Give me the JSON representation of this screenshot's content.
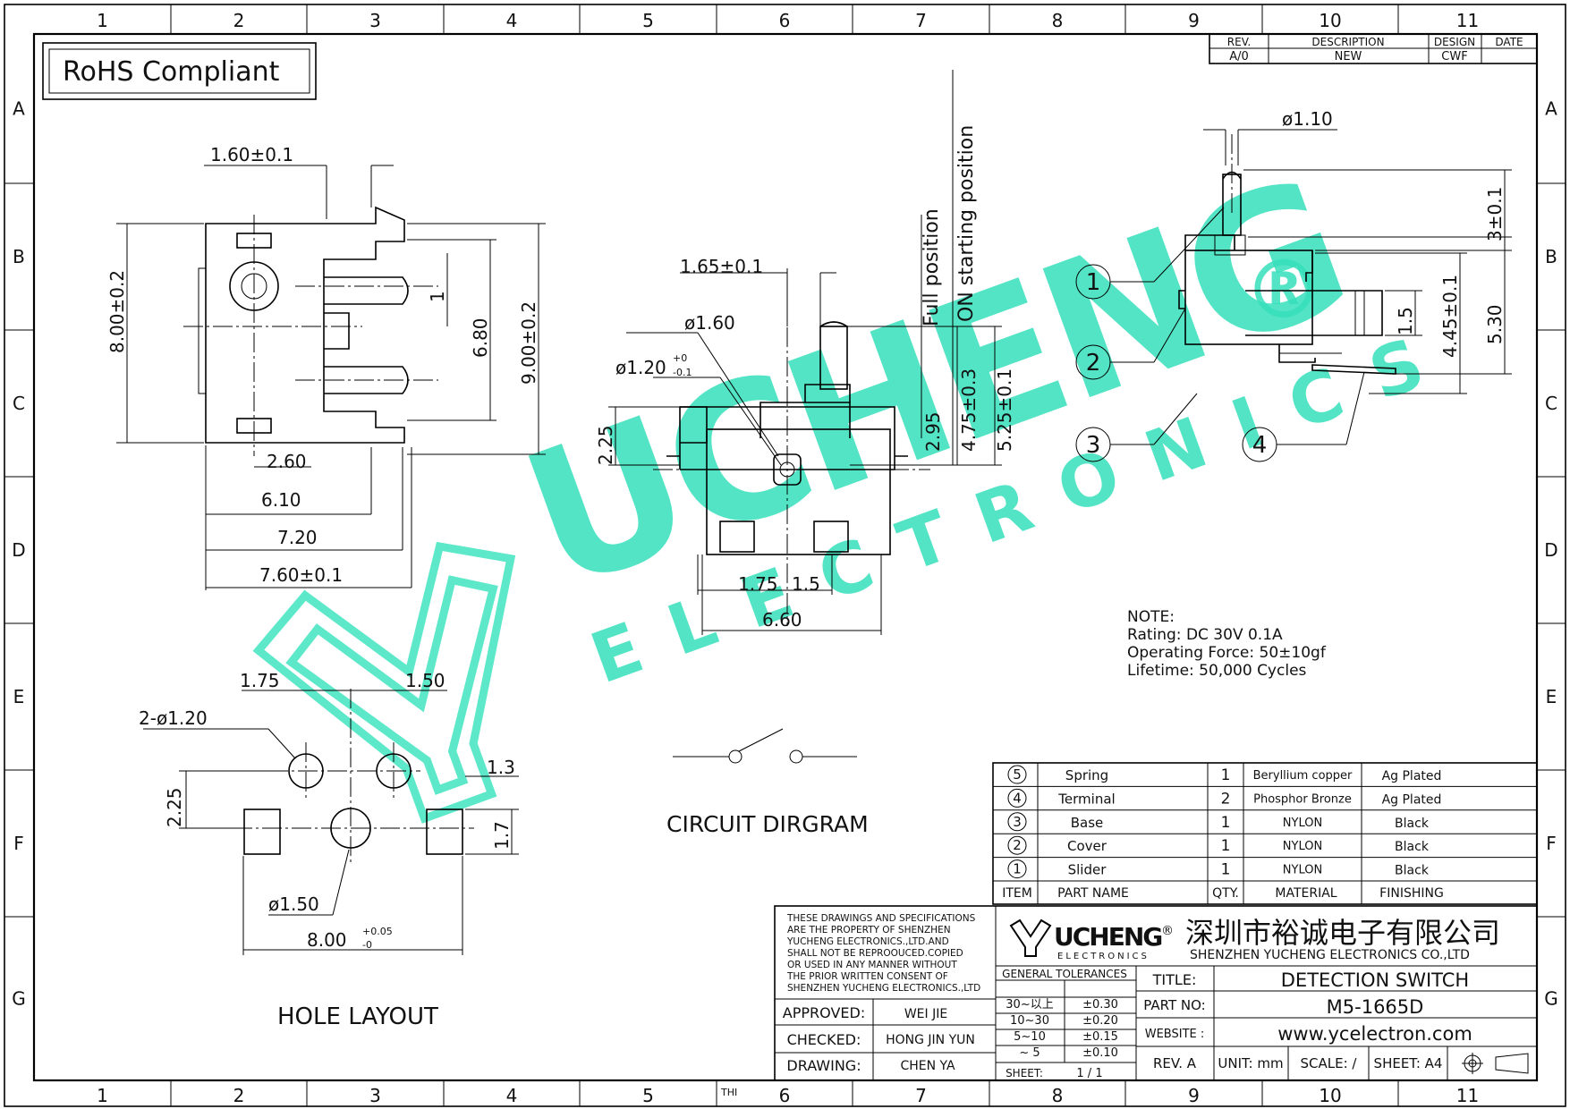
{
  "border": {
    "cols": [
      "1",
      "2",
      "3",
      "4",
      "5",
      "6",
      "7",
      "8",
      "9",
      "10",
      "11"
    ],
    "rows": [
      "A",
      "B",
      "C",
      "D",
      "E",
      "F",
      "G"
    ],
    "thi_mark": "THI"
  },
  "rohs": "RoHS Compliant",
  "revision": {
    "headers": [
      "REV.",
      "DESCRIPTION",
      "DESIGN",
      "DATE"
    ],
    "row": [
      "A/0",
      "NEW",
      "CWF",
      ""
    ]
  },
  "dims": {
    "top": [
      "1.60±0.1",
      "8.00±0.2",
      "9.00±0.2",
      "6.80",
      "1",
      "2.60",
      "6.10",
      "7.20",
      "7.60±0.1"
    ],
    "front": [
      "1.65±0.1",
      "ø1.60",
      "ø1.20",
      "+0",
      "-0.1",
      "2.25",
      "2.95",
      "4.75±0.3",
      "5.25±0.1",
      "1.75",
      "1.5",
      "6.60",
      "Full position",
      "ON starting position"
    ],
    "side": [
      "ø1.10",
      "3±0.1",
      "1.5",
      "4.45±0.1",
      "5.30"
    ],
    "hole": [
      "1.75",
      "1.50",
      "2-ø1.20",
      "2.25",
      "1.3",
      "1.7",
      "ø1.50",
      "8.00",
      "+0.05",
      "-0"
    ]
  },
  "callouts": [
    "1",
    "2",
    "3",
    "4"
  ],
  "labels": {
    "hole_layout": "HOLE LAYOUT",
    "circuit": "CIRCUIT DIRGRAM"
  },
  "note": {
    "title": "NOTE:",
    "lines": [
      "Rating:  DC    30V    0.1A",
      "Operating Force:  50±10gf",
      "Lifetime:      50,000 Cycles"
    ]
  },
  "watermark": {
    "brand": "UCHENG",
    "reg": "®",
    "sub": "ELECTRONICS"
  },
  "bom": {
    "header": [
      "ITEM",
      "PART NAME",
      "QTY.",
      "MATERIAL",
      "FINISHING"
    ],
    "rows": [
      {
        "item": "5",
        "name": "Spring",
        "qty": "1",
        "material": "Beryllium copper",
        "finish": "Ag Plated"
      },
      {
        "item": "4",
        "name": "Terminal",
        "qty": "2",
        "material": "Phosphor Bronze",
        "finish": "Ag Plated"
      },
      {
        "item": "3",
        "name": "Base",
        "qty": "1",
        "material": "NYLON",
        "finish": "Black"
      },
      {
        "item": "2",
        "name": "Cover",
        "qty": "1",
        "material": "NYLON",
        "finish": "Black"
      },
      {
        "item": "1",
        "name": "Slider",
        "qty": "1",
        "material": "NYLON",
        "finish": "Black"
      }
    ]
  },
  "titleblock": {
    "notice": [
      "THESE DRAWINGS AND SPECIFICATIONS",
      "ARE THE PROPERTY OF SHENZHEN",
      "YUCHENG ELECTRONICS.,LTD.AND",
      "SHALL NOT BE REPROOUCED.COPIED",
      "OR USED IN ANY MANNER WITHOUT",
      "THE PRIOR WRITTEN CONSENT OF",
      "SHENZHEN YUCHENG ELECTRONICS.,LTD"
    ],
    "logo_main": "UCHENG",
    "logo_reg": "®",
    "logo_sub": "ELECTRONICS",
    "company_cn": "深圳市裕诚电子有限公司",
    "company_en": "SHENZHEN YUCHENG ELECTRONICS CO.,LTD",
    "approved_label": "APPROVED:",
    "approved": "WEI JIE",
    "checked_label": "CHECKED:",
    "checked": "HONG JIN YUN",
    "drawing_label": "DRAWING:",
    "drawing": "CHEN YA",
    "tol_title": "GENERAL TOLERANCES",
    "tolerances": [
      [
        "30~以上",
        "±0.30"
      ],
      [
        "10~30",
        "±0.20"
      ],
      [
        "5~10",
        "±0.15"
      ],
      [
        "~ 5",
        "±0.10"
      ]
    ],
    "sheet_label": "SHEET:",
    "sheet": "1 / 1",
    "title_label": "TITLE:",
    "title": "DETECTION SWITCH",
    "partno_label": "PART NO:",
    "partno": "M5-1665D",
    "website_label": "WEBSITE :",
    "website": "www.ycelectron.com",
    "rev": "REV. A",
    "unit": "UNIT: mm",
    "scale": "SCALE: /",
    "sheet_size": "SHEET: A4"
  }
}
